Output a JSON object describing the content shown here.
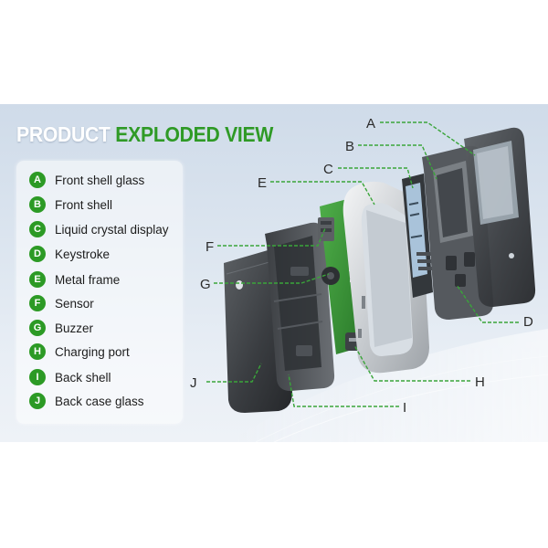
{
  "title": {
    "part1": "PRODUCT",
    "part2": "EXPLODED VIEW"
  },
  "colors": {
    "accent_green": "#2c9a25",
    "leader_green": "#3aa53a",
    "panel": "#ffffff"
  },
  "legend": [
    {
      "letter": "A",
      "label": "Front shell glass"
    },
    {
      "letter": "B",
      "label": "Front shell"
    },
    {
      "letter": "C",
      "label": "Liquid crystal display"
    },
    {
      "letter": "D",
      "label": "Keystroke"
    },
    {
      "letter": "E",
      "label": "Metal frame"
    },
    {
      "letter": "F",
      "label": "Sensor"
    },
    {
      "letter": "G",
      "label": "Buzzer"
    },
    {
      "letter": "H",
      "label": "Charging port"
    },
    {
      "letter": "I",
      "label": "Back shell"
    },
    {
      "letter": "J",
      "label": "Back case glass"
    }
  ]
}
